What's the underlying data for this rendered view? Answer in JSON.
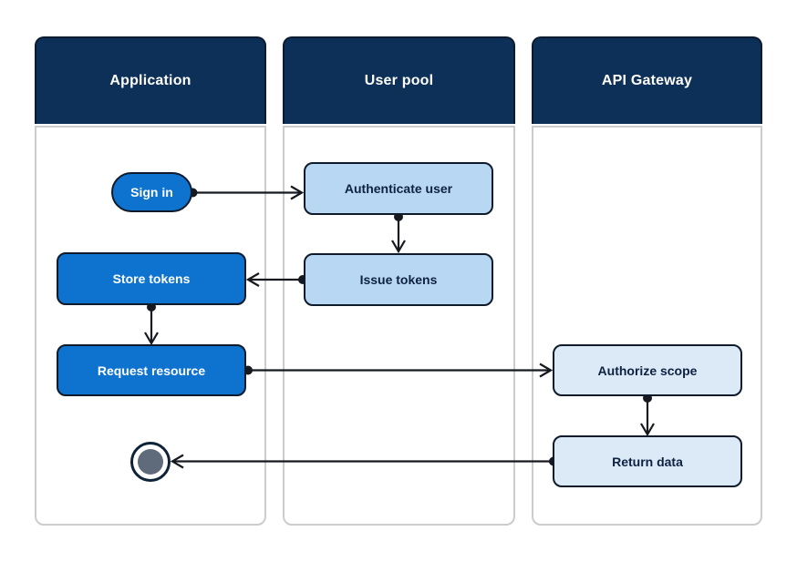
{
  "diagram": {
    "type": "swimlane-flow",
    "lanes": {
      "application": {
        "title": "Application"
      },
      "user_pool": {
        "title": "User pool"
      },
      "api_gateway": {
        "title": "API Gateway"
      }
    },
    "nodes": {
      "sign_in": {
        "label": "Sign in",
        "lane": "Application",
        "kind": "start"
      },
      "authenticate_user": {
        "label": "Authenticate user",
        "lane": "User pool",
        "kind": "process"
      },
      "issue_tokens": {
        "label": "Issue tokens",
        "lane": "User pool",
        "kind": "process"
      },
      "store_tokens": {
        "label": "Store tokens",
        "lane": "Application",
        "kind": "process"
      },
      "request_resource": {
        "label": "Request resource",
        "lane": "Application",
        "kind": "process"
      },
      "authorize_scope": {
        "label": "Authorize scope",
        "lane": "API Gateway",
        "kind": "process"
      },
      "return_data": {
        "label": "Return data",
        "lane": "API Gateway",
        "kind": "process"
      },
      "end": {
        "label": "",
        "lane": "Application",
        "kind": "end"
      }
    },
    "edges": [
      {
        "from": "sign_in",
        "to": "authenticate_user"
      },
      {
        "from": "authenticate_user",
        "to": "issue_tokens"
      },
      {
        "from": "issue_tokens",
        "to": "store_tokens"
      },
      {
        "from": "store_tokens",
        "to": "request_resource"
      },
      {
        "from": "request_resource",
        "to": "authorize_scope"
      },
      {
        "from": "authorize_scope",
        "to": "return_data"
      },
      {
        "from": "return_data",
        "to": "end"
      }
    ],
    "colors": {
      "lane_header_bg": "#0d3058",
      "lane_header_text": "#ffffff",
      "lane_body_bg": "#ffffff",
      "lane_body_border": "#cccccc",
      "application_node_bg": "#0e73cf",
      "application_node_text": "#ffffff",
      "user_pool_node_bg": "#b8d7f3",
      "api_gateway_node_bg": "#dce9f7",
      "light_node_text": "#0d2240",
      "node_border": "#0f1b2b",
      "connector": "#16191f",
      "end_node_inner": "#5f6b7a"
    }
  }
}
